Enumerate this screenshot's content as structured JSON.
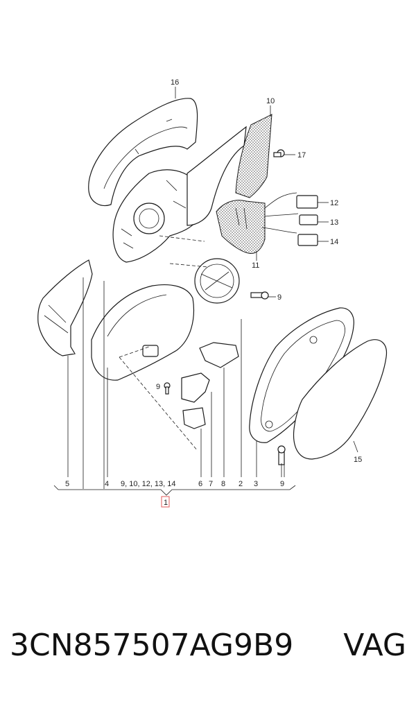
{
  "callouts": {
    "c16": "16",
    "c10": "10",
    "c17": "17",
    "c12": "12",
    "c13": "13",
    "c14": "14",
    "c11": "11",
    "c9a": "9",
    "c15": "15",
    "c9b": "9",
    "c9c": "9"
  },
  "bottom_labels": [
    "5",
    "4",
    "9, 10, 12, 13, 14",
    "6",
    "7",
    "8",
    "2",
    "3",
    "9"
  ],
  "assembly_label": "1",
  "footer": {
    "part_number": "3CN857507AG9B9",
    "brand": "VAG"
  },
  "colors": {
    "assembly_box": "#e05a5a"
  }
}
